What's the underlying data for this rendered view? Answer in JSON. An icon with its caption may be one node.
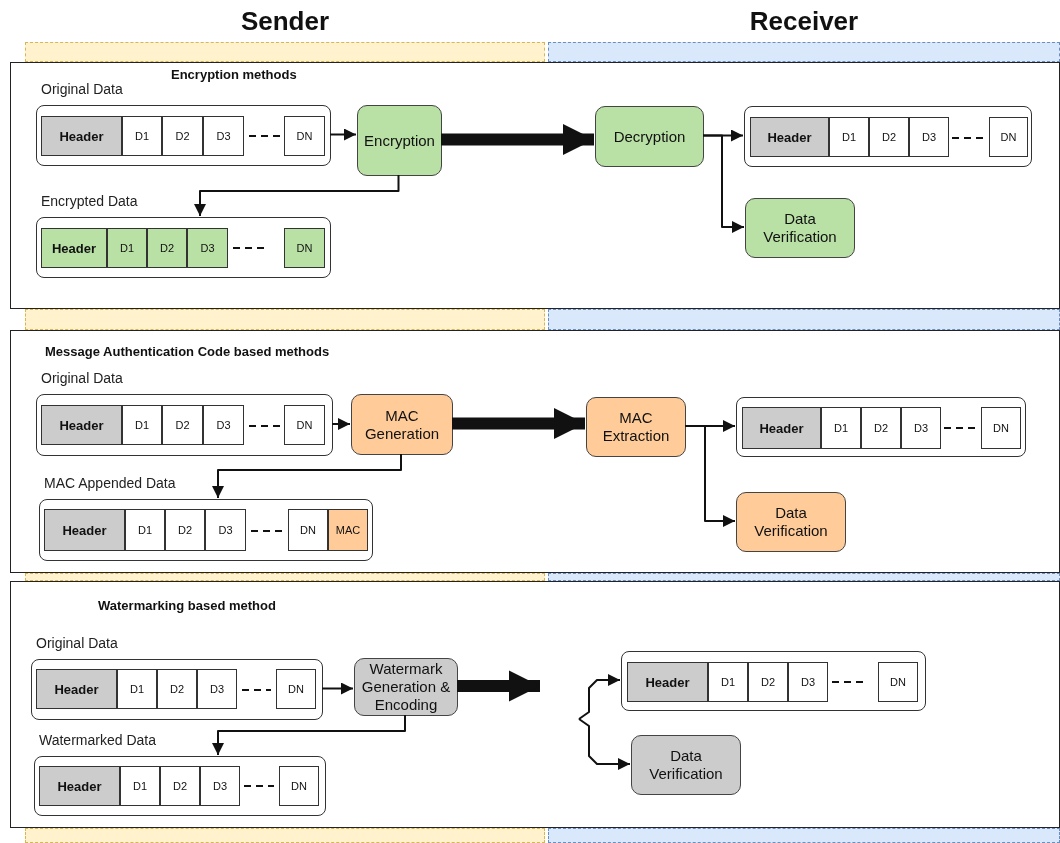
{
  "diagram": {
    "nodes": [
      {
        "text": [
          "Encryption methods"
        ]
      },
      {
        "text": [
          "Original Data"
        ],
        "in": 0
      },
      {
        "text": [
          "Header"
        ],
        "in": 1
      },
      {
        "text": [
          "D1"
        ],
        "in": 1
      },
      {
        "text": [
          "D2"
        ],
        "in": 1
      },
      {
        "text": [
          "D3"
        ],
        "in": 1
      },
      {
        "text": [
          "DN"
        ],
        "in": 1
      },
      {
        "text": [
          "Encryption"
        ],
        "in": 0
      },
      {
        "text": [
          "Encrypted Data"
        ],
        "in": 0
      },
      {
        "text": [
          "Header"
        ],
        "in": 8
      },
      {
        "text": [
          "D1"
        ],
        "in": 8
      },
      {
        "text": [
          "D2"
        ],
        "in": 8
      },
      {
        "text": [
          "D3"
        ],
        "in": 8
      },
      {
        "text": [
          "DN"
        ],
        "in": 8
      },
      {
        "text": [
          "Decryption"
        ],
        "in": 0
      },
      {
        "text": [],
        "shape": "box",
        "in": 0
      },
      {
        "text": [
          "Header"
        ],
        "in": 15
      },
      {
        "text": [
          "D1"
        ],
        "in": 15
      },
      {
        "text": [
          "D2"
        ],
        "in": 15
      },
      {
        "text": [
          "D3"
        ],
        "in": 15
      },
      {
        "text": [
          "DN"
        ],
        "in": 15
      },
      {
        "text": [
          "Data Verification"
        ],
        "in": 0
      },
      {
        "text": [
          "Message Authentication Code based methods"
        ]
      },
      {
        "text": [
          "Original Data"
        ],
        "in": 22
      },
      {
        "text": [
          "Header"
        ],
        "in": 23
      },
      {
        "text": [
          "D1"
        ],
        "in": 23
      },
      {
        "text": [
          "D2"
        ],
        "in": 23
      },
      {
        "text": [
          "D3"
        ],
        "in": 23
      },
      {
        "text": [
          "DN"
        ],
        "in": 23
      },
      {
        "text": [
          "MAC Generation"
        ],
        "in": 22
      },
      {
        "text": [
          "MAC Appended Data"
        ],
        "in": 22
      },
      {
        "text": [
          "Header"
        ],
        "in": 30
      },
      {
        "text": [
          "D1"
        ],
        "in": 30
      },
      {
        "text": [
          "D2"
        ],
        "in": 30
      },
      {
        "text": [
          "D3"
        ],
        "in": 30
      },
      {
        "text": [
          "DN"
        ],
        "in": 30
      },
      {
        "text": [
          "MAC"
        ],
        "in": 30
      },
      {
        "text": [
          "MAC Extraction"
        ],
        "in": 22
      },
      {
        "text": [],
        "shape": "box",
        "in": 22
      },
      {
        "text": [
          "Header"
        ],
        "in": 38
      },
      {
        "text": [
          "D1"
        ],
        "in": 38
      },
      {
        "text": [
          "D2"
        ],
        "in": 38
      },
      {
        "text": [
          "D3"
        ],
        "in": 38
      },
      {
        "text": [
          "DN"
        ],
        "in": 38
      },
      {
        "text": [
          "Data Verification"
        ],
        "in": 22
      },
      {
        "text": [
          "Watermarking based method"
        ]
      },
      {
        "text": [
          "Original Data"
        ],
        "in": 45
      },
      {
        "text": [
          "Header"
        ],
        "in": 46
      },
      {
        "text": [
          "D1"
        ],
        "in": 46
      },
      {
        "text": [
          "D2"
        ],
        "in": 46
      },
      {
        "text": [
          "D3"
        ],
        "in": 46
      },
      {
        "text": [
          "DN"
        ],
        "in": 46
      },
      {
        "text": [
          "Watermark Generation & Encoding"
        ],
        "in": 45
      },
      {
        "text": [
          "Watermarked Data"
        ],
        "in": 45
      },
      {
        "text": [
          "Header"
        ],
        "in": 53
      },
      {
        "text": [
          "D1"
        ],
        "in": 53
      },
      {
        "text": [
          "D2"
        ],
        "in": 53
      },
      {
        "text": [
          "D3"
        ],
        "in": 53
      },
      {
        "text": [
          "DN"
        ],
        "in": 53
      },
      {
        "text": [],
        "shape": "box",
        "in": 45
      },
      {
        "text": [
          "Header"
        ],
        "in": 59
      },
      {
        "text": [
          "D1"
        ],
        "in": 59
      },
      {
        "text": [
          "D2"
        ],
        "in": 59
      },
      {
        "text": [
          "D3"
        ],
        "in": 59
      },
      {
        "text": [
          "DN"
        ],
        "in": 59
      },
      {
        "text": [
          "Data Verification"
        ],
        "in": 45
      }
    ],
    "edges": [
      {
        "from": 1,
        "to": 7,
        "arrow": "to"
      },
      {
        "from": 7,
        "to": 8,
        "arrow": "to"
      },
      {
        "from": 7,
        "to": 14,
        "arrow": "to",
        "style": "thick"
      },
      {
        "from": 14,
        "to": 15,
        "arrow": "to"
      },
      {
        "from": 14,
        "to": 21,
        "arrow": "to"
      },
      {
        "from": 23,
        "to": 29,
        "arrow": "to"
      },
      {
        "from": 29,
        "to": 30,
        "arrow": "to"
      },
      {
        "from": 29,
        "to": 37,
        "arrow": "to",
        "style": "thick"
      },
      {
        "from": 37,
        "to": 38,
        "arrow": "to"
      },
      {
        "from": 37,
        "to": 44,
        "arrow": "to"
      },
      {
        "from": 46,
        "to": 52,
        "arrow": "to"
      },
      {
        "from": 52,
        "to": 53,
        "arrow": "to"
      },
      {
        "from": 52,
        "to": null,
        "arrow": "to",
        "style": "thick"
      },
      {
        "from": null,
        "to": 59,
        "arrow": "to"
      },
      {
        "from": null,
        "to": 65,
        "arrow": "to"
      }
    ],
    "labels": [
      "Sender",
      "Receiver"
    ]
  }
}
